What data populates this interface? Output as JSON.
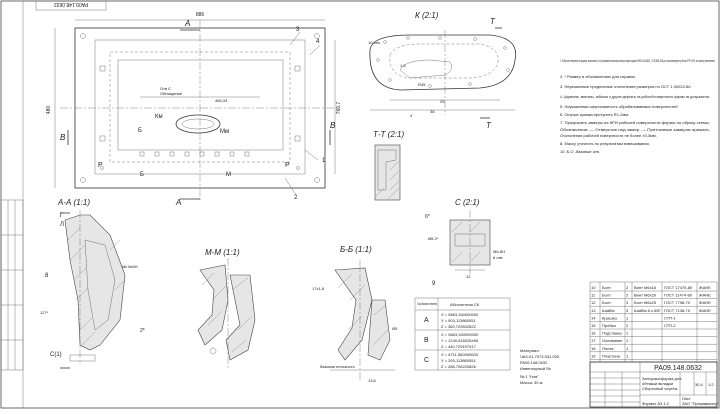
{
  "stamp_top": "РА09.148.0632",
  "main_view": {
    "dim_width": "886",
    "dim_height": "480",
    "dim_right": "760,7",
    "dim_inner": "466,33",
    "label_a": "А",
    "label_v": "В",
    "label_b": "Б",
    "label_m": "М",
    "label_p": "Р",
    "label_k": "Км",
    "label_m1": "Мм",
    "otv_label": "Отв С",
    "otv_sub": "Обнищение",
    "refs": [
      "1",
      "2",
      "3",
      "4"
    ]
  },
  "view_k": {
    "title": "К (2:1)",
    "t_label": "Т",
    "section": "Т-Т (2:1)",
    "dims": [
      "10 отв.",
      "R45",
      "25",
      "38",
      "1,5",
      "4"
    ]
  },
  "notes": [
    "1. Рабочие поверхности формы, выполнить по программе используя электронную модель РА09.148.0632_ ЛУ3.0631.000.prt, выполненную в учётом КТР 0,5%, в сторону увеличения.",
    "2. * Размер в обозначениях для справок.",
    "3. Неуказанные предельные отклонения размеров по ОСТ 1.00022-80",
    "4. Царапины, вмятины, забоины и другие дефекты на рабочей поверхности формы не допускаются.",
    "5. Неуказанная шероховатость обрабатываемых поверхностей",
    "6. Острые кромки притупить R1-2мм.",
    "7. Прокрасить замеры на КРИ рабочей поверхности формы по образу схемы.",
    "Обозначения: — Отверстие под замер. — Притоковые замеров прижать.",
    "Отклонения рабочей поверхности не более ±0,3мм.",
    "8. Массу уточнить по результатам взвешивания.",
    "10. Б,О -базовые отв."
  ],
  "section_aa": {
    "title": "А-А (1:1)",
    "labels": [
      "Г",
      "Л",
      "8",
      "127*",
      "Мк 8х6Н",
      "2*",
      "С(1)"
    ]
  },
  "section_mm": {
    "title": "М-М (1:1)"
  },
  "section_bb": {
    "title": "Б-Б (1:1)",
    "labels": [
      "17±1,6",
      "Ø5",
      "базовая плоскость",
      "13,6"
    ]
  },
  "view_c": {
    "title": "С (2:1)",
    "labels": [
      "6*",
      "Ø6,2*",
      "М6-8Н",
      "6 отв.",
      "12",
      "9"
    ]
  },
  "coord_table": {
    "header_point": "Точки базового элемента",
    "header_coords": "Абсолютная СК",
    "rows": [
      {
        "point": "А",
        "lines": [
          "X = 5663,340000000",
          "Y = 903,113860551",
          "Z = 360,729532822"
        ]
      },
      {
        "point": "В",
        "lines": [
          "X = 5663,340000000",
          "Y = 1240,616025496",
          "Z = 440,729197917"
        ]
      },
      {
        "point": "С",
        "lines": [
          "X = 6711,560000000",
          "Y = 393,113860551",
          "Z = 288,706220826"
        ]
      }
    ]
  },
  "material": {
    "title": "Материал:",
    "lines": [
      "ЧАЗ-01,7073.531.000",
      "РА09.148.0632",
      "Инвентарный №",
      "№ 1 \"Нов\"",
      "Масса: 30 кг."
    ]
  },
  "spec_rows": [
    [
      "10",
      "Болт",
      "2",
      "Винт М6х16",
      "ГОСТ 17475-80",
      "ЖАНЕ"
    ],
    [
      "11",
      "Болт",
      "2",
      "Винт М6х20",
      "ГОСТ 11474-80",
      "ЖАНЕ"
    ],
    [
      "12",
      "Болт",
      "3",
      "Болт М6х25",
      "ГОСТ 7798-70",
      "ЖАНЕ"
    ],
    [
      "13",
      "Шайба",
      "3",
      "Шайба 6.x.65Г",
      "ГОСТ 7138-70",
      "ЖАНЕ"
    ],
    [
      "14",
      "Крышка",
      "1",
      "",
      "СТП-1",
      ""
    ],
    [
      "15",
      "Пробка",
      "2",
      "",
      "СТП-2",
      ""
    ],
    [
      "16",
      "Подставка",
      "1",
      "",
      "",
      ""
    ],
    [
      "17",
      "Основание",
      "1",
      "",
      "",
      ""
    ],
    [
      "18",
      "Плита",
      "1",
      "",
      "",
      ""
    ],
    [
      "19",
      "Пластина",
      "1",
      "",
      "",
      ""
    ]
  ],
  "title_block": {
    "designation": "РА09.148.0632",
    "name_line1": "Заглушка/форма для",
    "name_line2": "обтяжки вкладки",
    "name_line3": "Сборочный чертёж",
    "scale": "1:2",
    "mass": "30,4",
    "sheet": "Лист",
    "company": "ЗАО \"Промавиатер\"",
    "format": "Формат А3 1:2"
  }
}
